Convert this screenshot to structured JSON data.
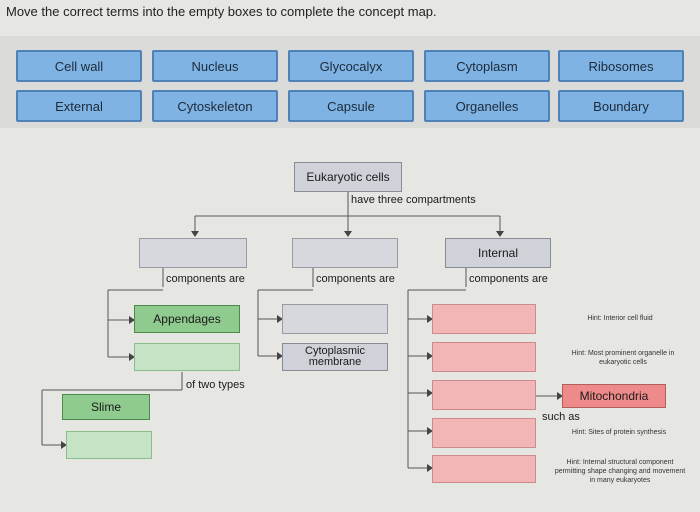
{
  "instruction": "Move the correct terms into the empty boxes to complete the concept map.",
  "terms_row1": [
    "Cell wall",
    "Nucleus",
    "Glycocalyx",
    "Cytoplasm",
    "Ribosomes"
  ],
  "terms_row2": [
    "External",
    "Cytoskeleton",
    "Capsule",
    "Organelles",
    "Boundary"
  ],
  "map": {
    "root": "Eukaryotic cells",
    "root_link": "have three compartments",
    "internal": "Internal",
    "components_are": "components are",
    "appendages": "Appendages",
    "of_two_types": "of two types",
    "slime": "Slime",
    "cytoplasmic_membrane_1": "Cytoplasmic",
    "cytoplasmic_membrane_2": "membrane",
    "mitochondria": "Mitochondria",
    "such_as": "such as"
  },
  "hints": {
    "interior_fluid": "Hint: Interior cell fluid",
    "organelle_1": "Hint: Most prominent organelle in",
    "organelle_2": "eukaryotic cells",
    "ribosome": "Hint: Sites of protein synthesis",
    "cytoskeleton_1": "Hint: Internal structural component",
    "cytoskeleton_2": "permitting shape changing and movement",
    "cytoskeleton_3": "in many eukaryotes"
  }
}
